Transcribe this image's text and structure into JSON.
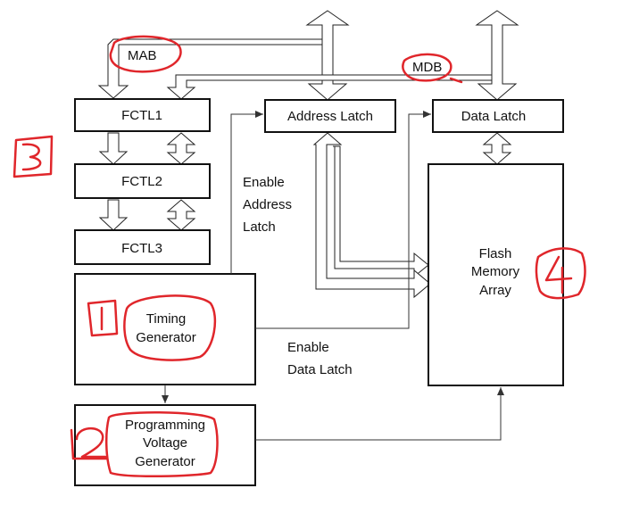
{
  "labels": {
    "mab": "MAB",
    "mdb": "MDB",
    "fctl1": "FCTL1",
    "fctl2": "FCTL2",
    "fctl3": "FCTL3",
    "address_latch": "Address Latch",
    "data_latch": "Data Latch",
    "flash_memory_array": [
      "Flash",
      "Memory",
      "Array"
    ],
    "timing_generator": [
      "Timing",
      "Generator"
    ],
    "programming_voltage_generator": [
      "Programming",
      "Voltage",
      "Generator"
    ],
    "enable_address_latch": [
      "Enable",
      "Address",
      "Latch"
    ],
    "enable_data_latch": [
      "Enable",
      "Data Latch"
    ]
  },
  "colors": {
    "annotation": "#e0262b",
    "line": "#111111"
  }
}
